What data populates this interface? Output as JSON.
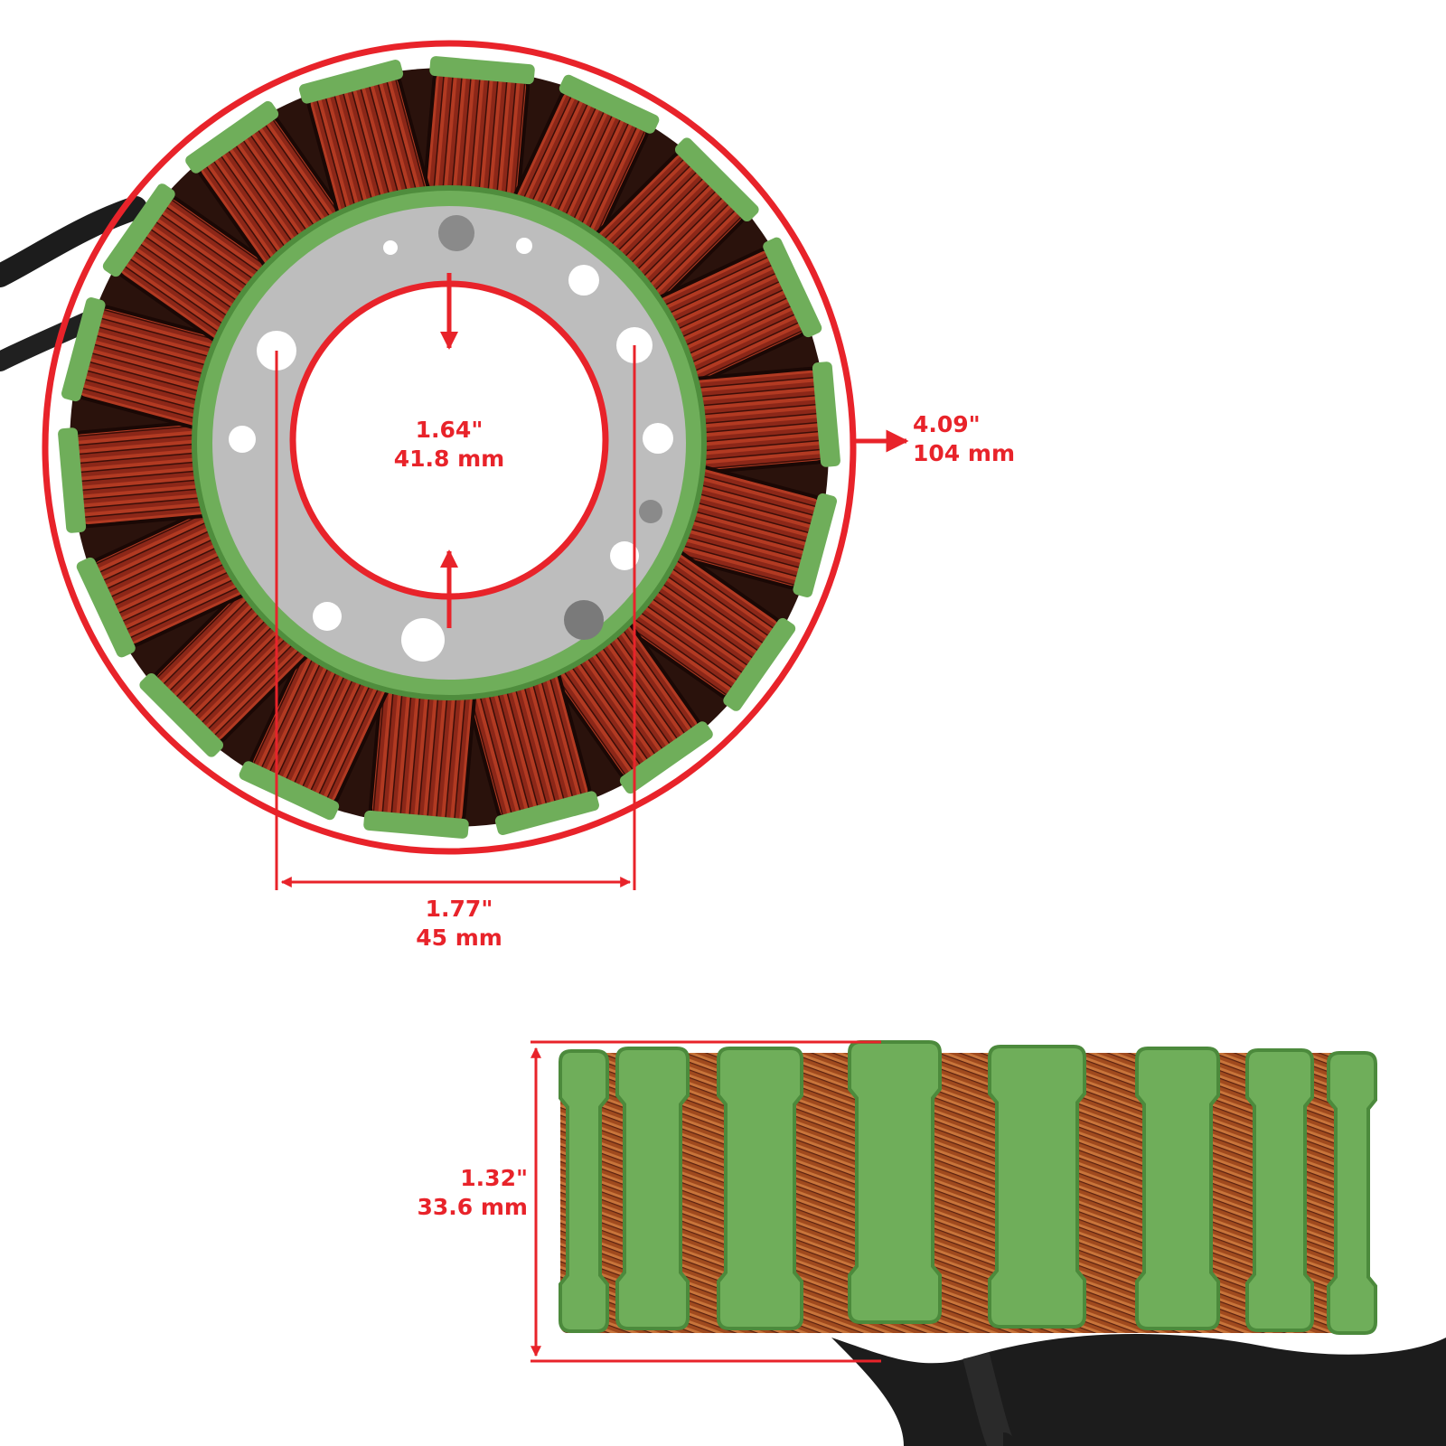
{
  "colors": {
    "accent": "#e8232a",
    "coil": "#9a2a1a",
    "coating": "#6fae5a",
    "plate": "#bdbdbd",
    "cable": "#1c1c1c"
  },
  "stator_top": {
    "coil_count": 18,
    "inner_diameter": {
      "inch": "1.64\"",
      "mm": "41.8 mm"
    },
    "outer_diameter": {
      "inch": "4.09\"",
      "mm": "104 mm"
    },
    "bolt_spacing": {
      "inch": "1.77\"",
      "mm": "45 mm"
    }
  },
  "stator_side": {
    "height": {
      "inch": "1.32\"",
      "mm": "33.6 mm"
    }
  }
}
